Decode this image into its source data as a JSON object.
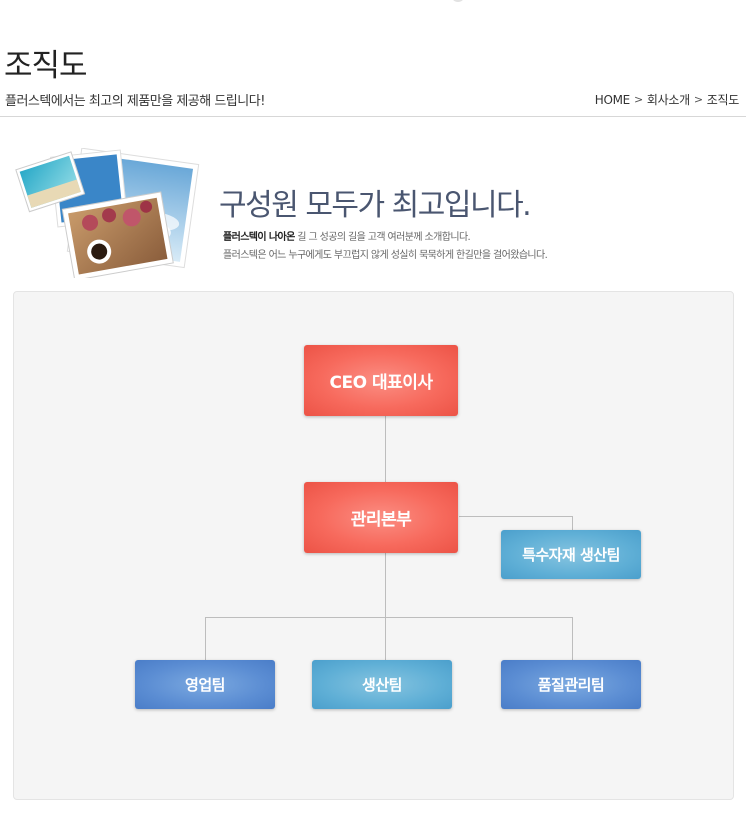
{
  "header": {
    "title": "조직도",
    "subtitle": "플러스텍에서는 최고의 제품만을 제공해 드립니다!",
    "breadcrumb": [
      "HOME",
      "회사소개",
      "조직도"
    ]
  },
  "banner": {
    "headline": "구성원 모두가 최고입니다.",
    "intro_bold": "플러스텍이 나아온",
    "intro_rest": " 길 그 성공의 길을 고객 여러분께 소개합니다.",
    "intro_line2": "플러스텍은 어느 누구에게도 부끄럽지 않게 성실히 묵묵하게 한길만을 걸어왔습니다."
  },
  "org_chart": {
    "ceo": "CEO 대표이사",
    "management": "관리본부",
    "special_materials_team": "특수자재 생산팀",
    "sales_team": "영업팀",
    "production_team": "생산팀",
    "quality_team": "품질관리팀"
  },
  "colors": {
    "top_box": "#f76a5d",
    "blue_box": "#5b8dd3",
    "teal_box": "#5fafd6",
    "headline": "#4a5670"
  }
}
